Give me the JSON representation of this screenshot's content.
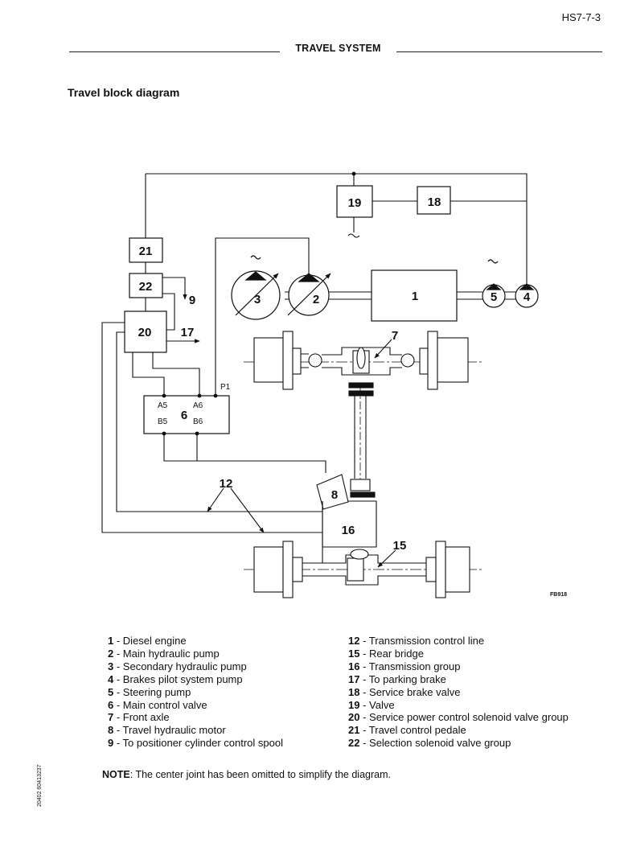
{
  "header": {
    "page_number": "HS7-7-3",
    "title": "TRAVEL SYSTEM"
  },
  "section_title": "Travel block diagram",
  "diagram": {
    "figure_code": "FB918",
    "labels": {
      "n1": "1",
      "n2": "2",
      "n3": "3",
      "n4": "4",
      "n5": "5",
      "n6": "6",
      "n7": "7",
      "n8": "8",
      "n9": "9",
      "n12": "12",
      "n15": "15",
      "n16": "16",
      "n17": "17",
      "n18": "18",
      "n19": "19",
      "n20": "20",
      "n21": "21",
      "n22": "22"
    },
    "ports": {
      "p1": "P1",
      "a5": "A5",
      "a6": "A6",
      "b5": "B5",
      "b6": "B6"
    }
  },
  "legend_left": [
    {
      "num": "1",
      "text": " - Diesel engine"
    },
    {
      "num": "2",
      "text": " - Main hydraulic pump"
    },
    {
      "num": "3",
      "text": " - Secondary hydraulic pump"
    },
    {
      "num": "4",
      "text": " - Brakes pilot system pump"
    },
    {
      "num": "5",
      "text": " - Steering pump"
    },
    {
      "num": "6",
      "text": " - Main control valve"
    },
    {
      "num": "7",
      "text": " - Front axle"
    },
    {
      "num": "8",
      "text": " - Travel hydraulic motor"
    },
    {
      "num": "9",
      "text": " - To positioner cylinder control spool"
    }
  ],
  "legend_right": [
    {
      "num": "12",
      "text": " - Transmission control line"
    },
    {
      "num": "15",
      "text": " - Rear bridge"
    },
    {
      "num": "16",
      "text": " - Transmission group"
    },
    {
      "num": "17",
      "text": " - To parking brake"
    },
    {
      "num": "18",
      "text": " - Service brake valve"
    },
    {
      "num": "19",
      "text": " - Valve"
    },
    {
      "num": "20",
      "text": " - Service power control solenoid valve group"
    },
    {
      "num": "21",
      "text": " - Travel control  pedale"
    },
    {
      "num": "22",
      "text": " - Selection solenoid valve group"
    }
  ],
  "note": {
    "label": "NOTE",
    "text": ": The center joint has been omitted to simplify the diagram."
  },
  "side_code": "20402  60413237"
}
